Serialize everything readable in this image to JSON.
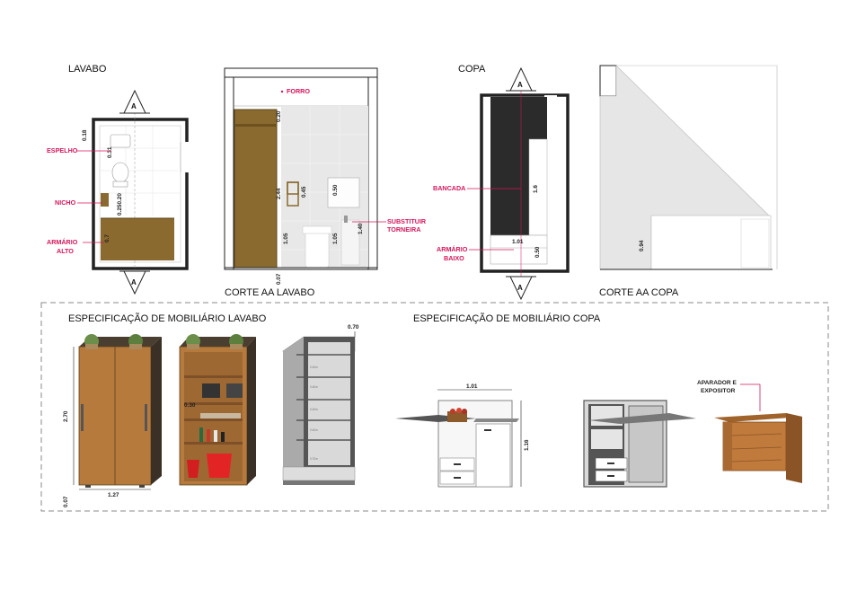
{
  "plans": {
    "lavabo_title": "LAVABO",
    "copa_title": "COPA",
    "corte_lavabo": "CORTE AA LAVABO",
    "corte_copa": "CORTE AA COPA",
    "section_marker": "A"
  },
  "lavabo_plan": {
    "espelho": "ESPELHO",
    "nicho": "NICHO",
    "armario_line1": "ARMÁRIO",
    "armario_line2": "ALTO",
    "dim_018": "0.18",
    "dim_031": "0.31",
    "dim_025020": "0.250.20",
    "dim_07": "0.7"
  },
  "lavabo_section": {
    "forro": "FORRO",
    "substituir_line1": "SUBSTITUIR",
    "substituir_line2": "TORNEIRA",
    "dim_020": "0.20",
    "dim_244": "2.44",
    "dim_045": "0.45",
    "dim_050": "0.50",
    "dim_105a": "1.05",
    "dim_105b": "1.05",
    "dim_140": "1.40",
    "dim_007": "0.07"
  },
  "copa_plan": {
    "bancada": "BANCADA",
    "armario_line1": "ARMÁRIO",
    "armario_line2": "BAIXO",
    "dim_16": "1.6",
    "dim_101": "1.01",
    "dim_050": "0.50"
  },
  "copa_section": {
    "dim_094": "0.94"
  },
  "spec_lavabo": {
    "title": "ESPECIFICAÇÃO DE MOBILIÁRIO LAVABO",
    "dim_270": "2.70",
    "dim_127": "1.27",
    "dim_007": "0.07",
    "dim_030": "0.30",
    "dim_070": "0.70"
  },
  "spec_copa": {
    "title": "ESPECIFICAÇÃO DE MOBILIÁRIO COPA",
    "dim_101": "1.01",
    "dim_116": "1.16",
    "aparador_line1": "APARADOR E",
    "aparador_line2": "EXPOSITOR"
  },
  "colors": {
    "accent_red": "#d6155a",
    "wood": "#8a6a2e",
    "wood_light": "#b77a3d",
    "dark_counter": "#2b2b2b"
  }
}
